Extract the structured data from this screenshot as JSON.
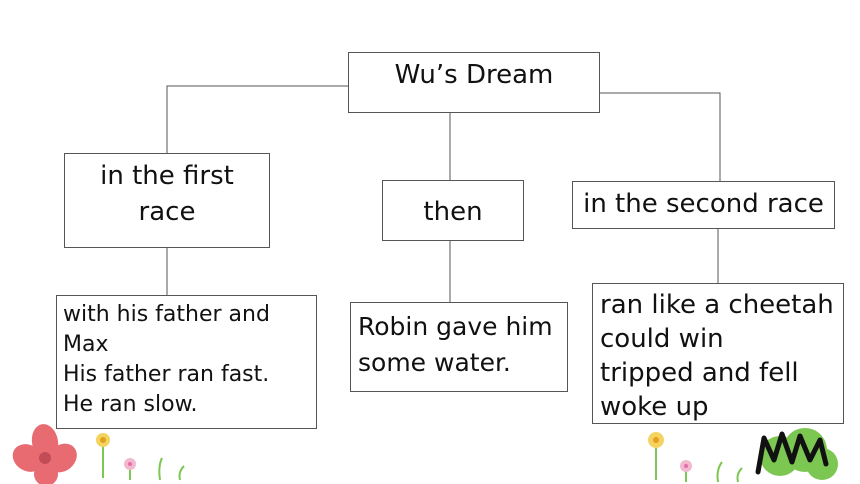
{
  "diagram": {
    "title": "Wu’s Dream",
    "branches": [
      {
        "label_lines": [
          "in the first",
          "race"
        ],
        "details": [
          "with his father and",
          "Max",
          "His father ran fast.",
          "He ran slow."
        ]
      },
      {
        "label_lines": [
          "then"
        ],
        "details": [
          "Robin gave him",
          "some water."
        ]
      },
      {
        "label_lines": [
          "in the second race"
        ],
        "details": [
          "ran like a cheetah",
          "could win",
          "tripped and fell",
          "woke up"
        ]
      }
    ]
  },
  "colors": {
    "line": "#555555",
    "flower_pink": "#e86b72",
    "bush_green": "#7cc652",
    "scribble": "#111111",
    "daisy": "#f4d35e"
  }
}
